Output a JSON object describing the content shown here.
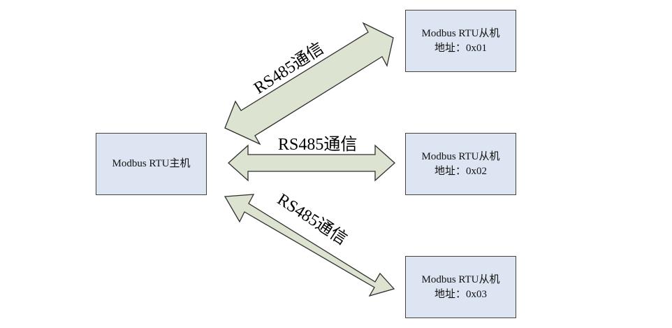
{
  "colors": {
    "box_fill": "#dde5f2",
    "box_border": "#444444",
    "arrow_fill": "#dde3d1",
    "arrow_stroke": "#2f2f2f"
  },
  "master": {
    "line1": "Modbus RTU主机"
  },
  "slaves": [
    {
      "line1": "Modbus RTU从机",
      "line2": "地址：0x01"
    },
    {
      "line1": "Modbus RTU从机",
      "line2": "地址：0x02"
    },
    {
      "line1": "Modbus RTU从机",
      "line2": "地址：0x03"
    }
  ],
  "links": [
    {
      "label": "RS485通信",
      "icon": "double-arrow"
    },
    {
      "label": "RS485通信",
      "icon": "double-arrow"
    },
    {
      "label": "RS485通信",
      "icon": "double-arrow"
    }
  ]
}
